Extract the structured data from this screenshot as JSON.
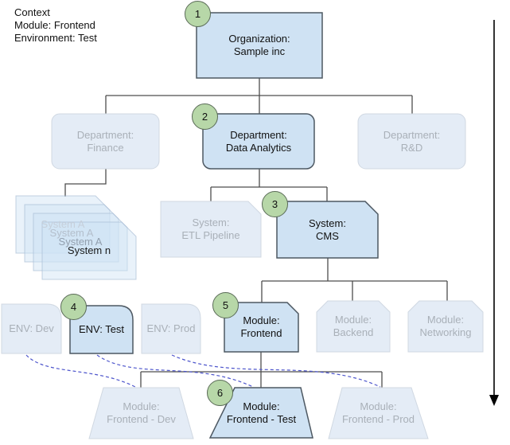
{
  "context": {
    "title": "Context",
    "module": "Module: Frontend",
    "environment": "Environment: Test"
  },
  "badges": [
    "1",
    "2",
    "3",
    "4",
    "5",
    "6"
  ],
  "nodes": {
    "organization": {
      "label": "Organization:\nSample inc"
    },
    "dept_finance": {
      "label": "Department:\nFinance"
    },
    "dept_data_analytics": {
      "label": "Department:\nData Analytics"
    },
    "dept_rd": {
      "label": "Department:\nR&D"
    },
    "system_stack": {
      "labels": [
        "System A",
        "System A",
        "System A",
        "System n"
      ]
    },
    "system_etl": {
      "label": "System:\nETL Pipeline"
    },
    "system_cms": {
      "label": "System:\nCMS"
    },
    "env_dev": {
      "label": "ENV: Dev"
    },
    "env_test": {
      "label": "ENV: Test"
    },
    "env_prod": {
      "label": "ENV: Prod"
    },
    "module_frontend": {
      "label": "Module:\nFrontend"
    },
    "module_backend": {
      "label": "Module:\nBackend"
    },
    "module_networking": {
      "label": "Module:\nNetworking"
    },
    "module_frontend_dev": {
      "label": "Module:\nFrontend - Dev"
    },
    "module_frontend_test": {
      "label": "Module:\nFrontend - Test"
    },
    "module_frontend_prod": {
      "label": "Module:\nFrontend - Prod"
    }
  },
  "colors": {
    "active_fill": "#cfe2f3",
    "active_border": "#4d5862",
    "faded_fill": "#e4ecf6",
    "faded_border": "#d0d8e2",
    "faded_text": "#a9b0b8",
    "badge_fill": "#b7d7a8",
    "dashed_curve": "#4d55cc",
    "connector": "#4d4d4d"
  }
}
